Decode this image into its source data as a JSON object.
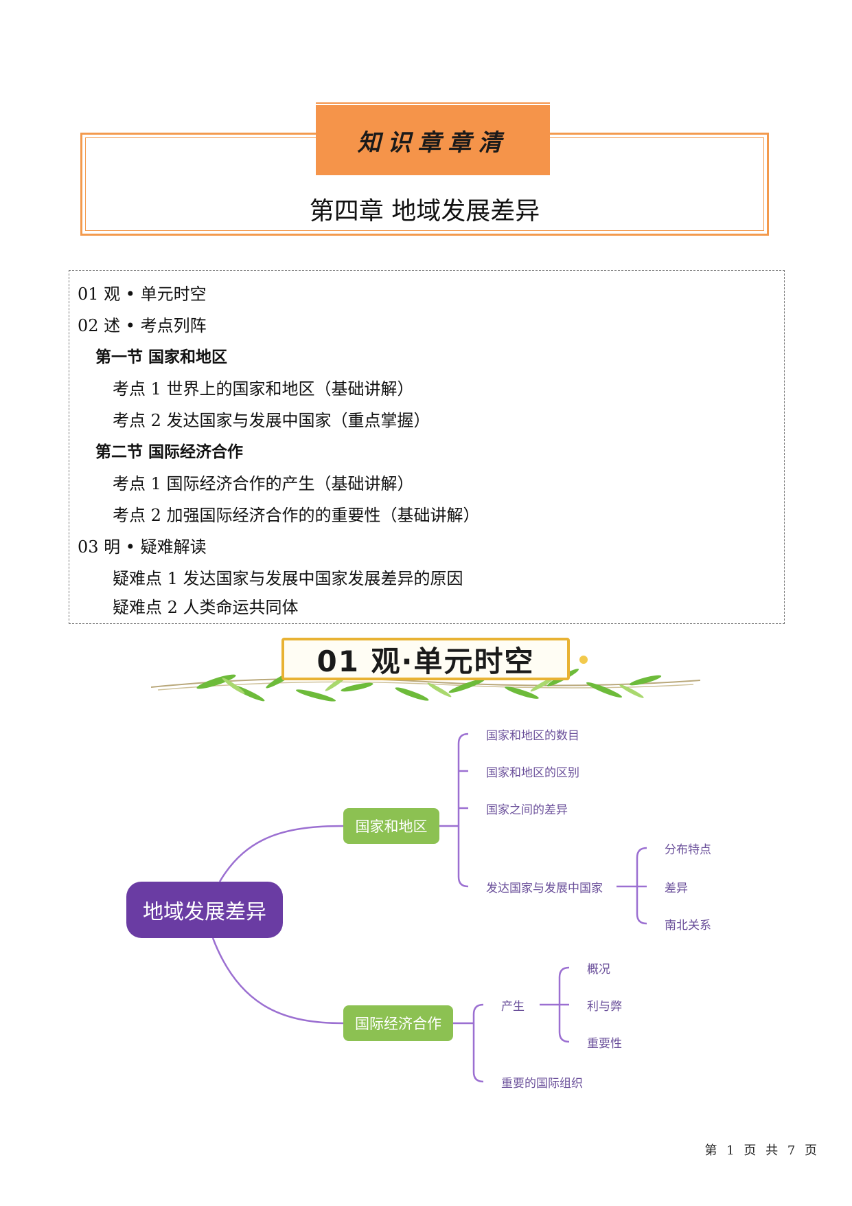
{
  "header": {
    "tab_text": "知识章章清",
    "chapter_title": "第四章  地域发展差异"
  },
  "toc": {
    "items": [
      {
        "text": "01  观  • 单元时空"
      },
      {
        "text": "02  述  • 考点列阵"
      },
      {
        "text": "第一节   国家和地区"
      },
      {
        "text": "考点 1  世界上的国家和地区（基础讲解）"
      },
      {
        "text": "考点 2  发达国家与发展中国家（重点掌握）"
      },
      {
        "text": "第二节   国际经济合作"
      },
      {
        "text": "考点 1   国际经济合作的产生（基础讲解）"
      },
      {
        "text": "考点 2  加强国际经济合作的的重要性（基础讲解）"
      },
      {
        "text": "03  明  • 疑难解读"
      },
      {
        "text": "疑难点 1  发达国家与发展中国家发展差异的原因"
      },
      {
        "text": "疑难点 2  人类命运共同体"
      }
    ]
  },
  "section_banner": {
    "title": "01  观·单元时空"
  },
  "mindmap": {
    "root": "地域发展差异",
    "branch1": {
      "label": "国家和地区",
      "children": [
        "国家和地区的数目",
        "国家和地区的区别",
        "国家之间的差异",
        "发达国家与发展中国家"
      ],
      "sub": [
        "分布特点",
        "差异",
        "南北关系"
      ]
    },
    "branch2": {
      "label": "国际经济合作",
      "children": [
        "产生",
        "重要的国际组织"
      ],
      "sub": [
        "概况",
        "利与弊",
        "重要性"
      ]
    },
    "colors": {
      "root": "#6a3ca3",
      "main": "#8cc152",
      "line": "#9b6fd1",
      "leaf_text": "#6a4f9a"
    }
  },
  "footer": {
    "page_text": "第 1 页 共 7 页"
  }
}
